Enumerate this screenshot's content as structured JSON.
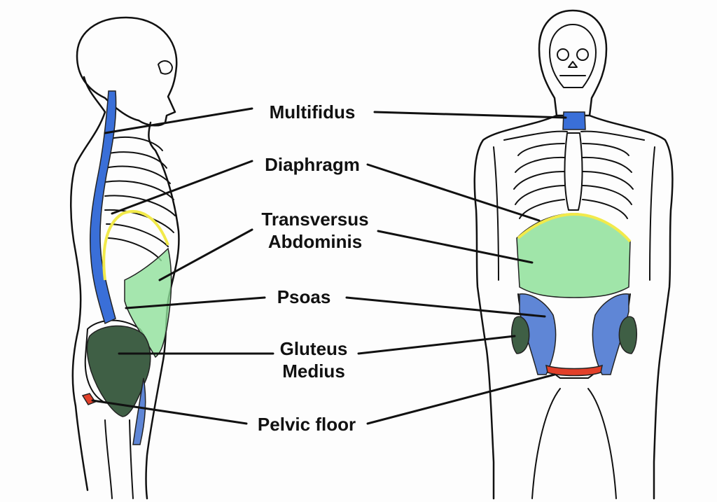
{
  "labels": {
    "multifidus": "Multifidus",
    "diaphragm": "Diaphragm",
    "transversus_line1": "Transversus",
    "transversus_line2": "Abdominis",
    "psoas": "Psoas",
    "gluteus_line1": "Gluteus",
    "gluteus_line2": "Medius",
    "pelvic_floor": "Pelvic floor"
  },
  "colors": {
    "multifidus": "#3a6fd8",
    "diaphragm": "#f2ea4a",
    "transversus": "#8fe09a",
    "psoas": "#5f86d6",
    "gluteus": "#3f5f45",
    "pelvic_floor": "#e2402a",
    "outline": "#111111"
  }
}
